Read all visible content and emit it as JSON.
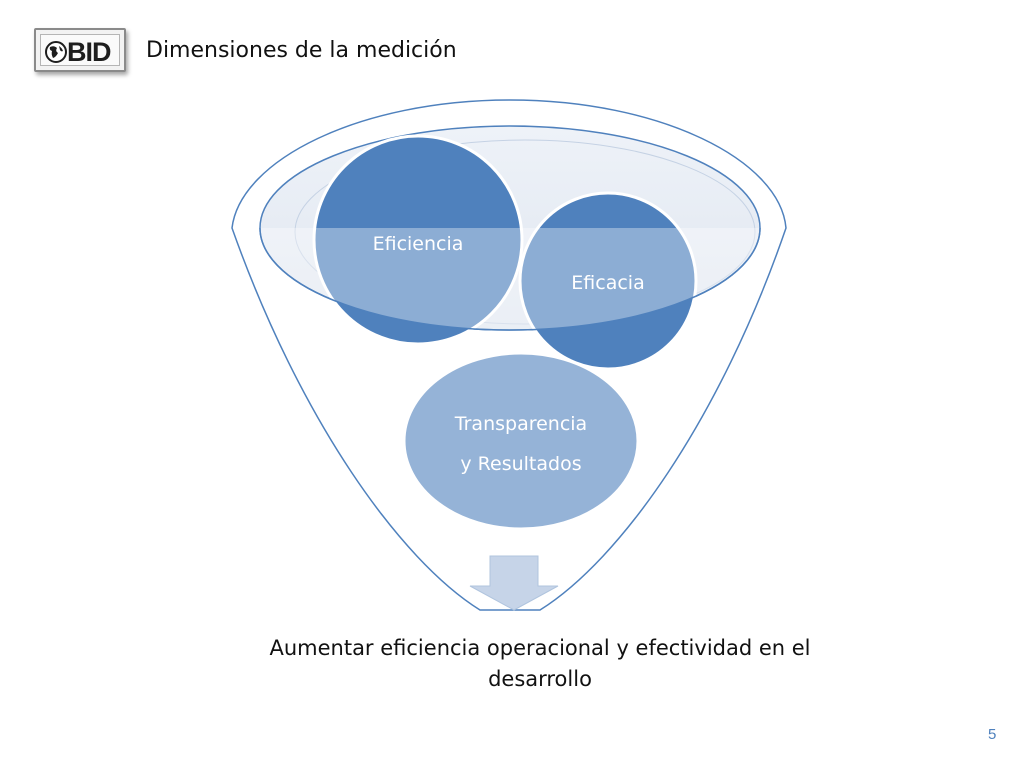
{
  "logo": {
    "text": "BID",
    "icon": "globe-icon"
  },
  "title": "Dimensiones de la medición",
  "circles": {
    "eficiencia": "Eficiencia",
    "eficacia": "Eficacia",
    "transparencia_line1": "Transparencia",
    "transparencia_line2": "y Resultados"
  },
  "result": {
    "line1": "Aumentar eficiencia operacional y efectividad en el",
    "line2": "desarrollo"
  },
  "page_number": "5",
  "colors": {
    "dark_circle": "#4f81bd",
    "light_circle": "#95b3d7",
    "funnel_stroke": "#4f81bd",
    "funnel_fill": "#dce6f2",
    "arrow": "#c6d4e8"
  }
}
